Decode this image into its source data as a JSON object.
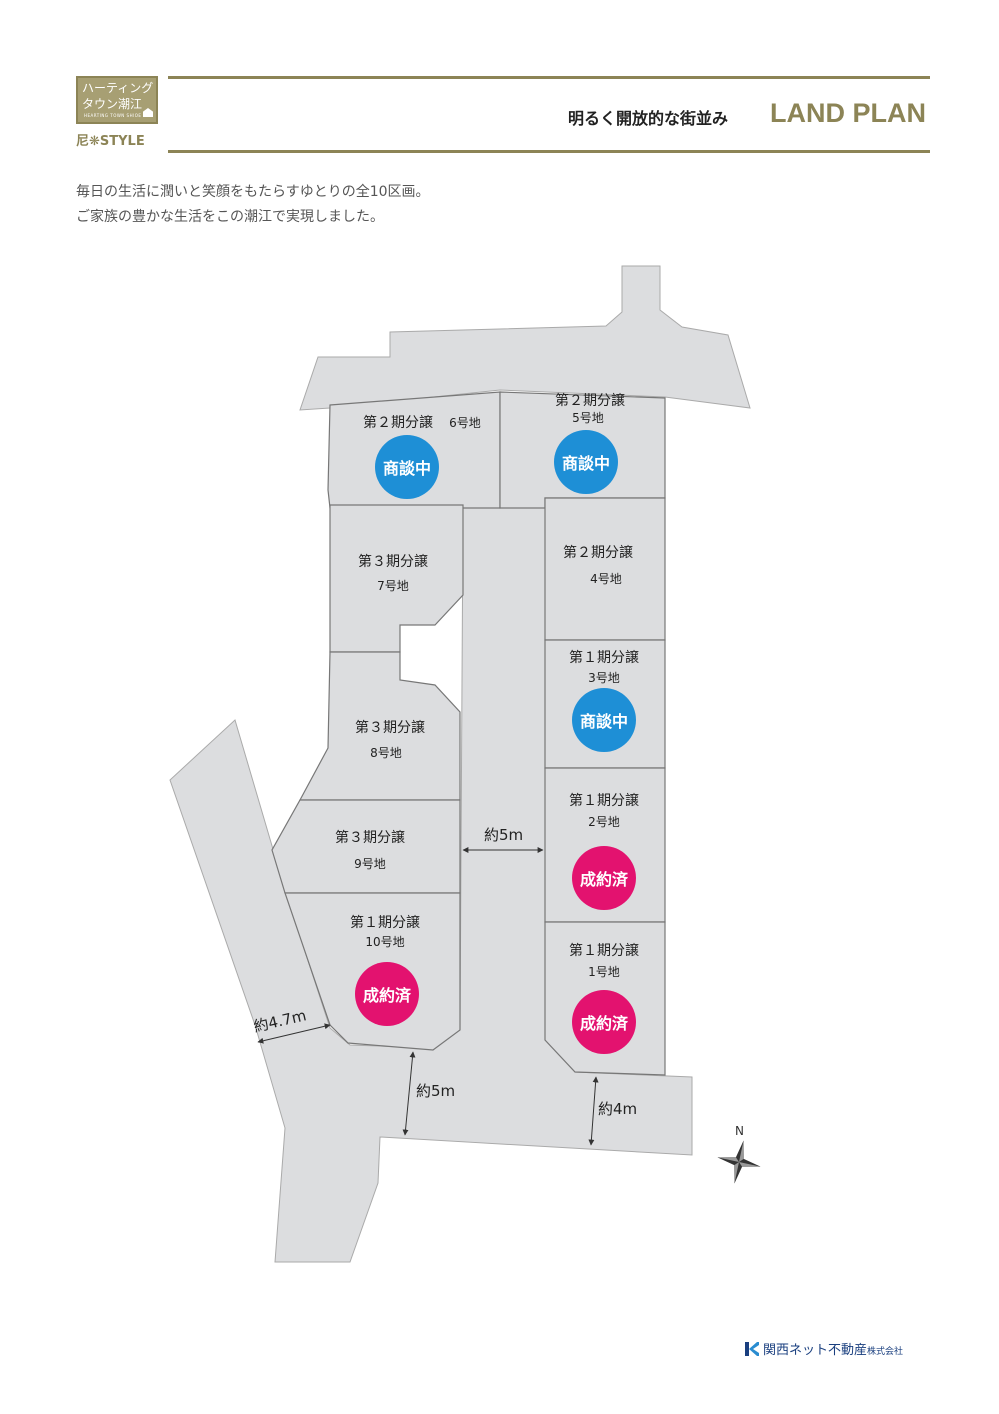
{
  "logo": {
    "line1": "ハーティング",
    "line2": "タウン潮江",
    "sub": "HEARTING TOWN SHIOE",
    "style": "尼❋STYLE"
  },
  "header": {
    "tagline": "明るく開放的な街並み",
    "title": "LAND PLAN",
    "accent_color": "#8c8456"
  },
  "intro": {
    "line1": "毎日の生活に潤いと笑顔をもたらすゆとりの全10区画。",
    "line2": "ご家族の豊かな生活をこの潮江で実現しました。"
  },
  "lots": [
    {
      "phase": "第２期分譲",
      "number": "6号地",
      "status": "商談中"
    },
    {
      "phase": "第２期分譲",
      "number": "5号地",
      "status": "商談中"
    },
    {
      "phase": "第３期分譲",
      "number": "7号地",
      "status": ""
    },
    {
      "phase": "第２期分譲",
      "number": "4号地",
      "status": ""
    },
    {
      "phase": "第１期分譲",
      "number": "3号地",
      "status": "商談中"
    },
    {
      "phase": "第３期分譲",
      "number": "8号地",
      "status": ""
    },
    {
      "phase": "第３期分譲",
      "number": "9号地",
      "status": ""
    },
    {
      "phase": "第１期分譲",
      "number": "2号地",
      "status": "成約済"
    },
    {
      "phase": "第１期分譲",
      "number": "10号地",
      "status": "成約済"
    },
    {
      "phase": "第１期分譲",
      "number": "1号地",
      "status": "成約済"
    }
  ],
  "status_colors": {
    "商談中": "#1e8fd6",
    "成約済": "#e3126f"
  },
  "roads": {
    "center_width": "約5m",
    "left_width": "約4.7m",
    "bottom_width": "約5m",
    "right_width": "約4m"
  },
  "compass": {
    "north": "N"
  },
  "company": {
    "name": "関西ネット不動産",
    "suffix": "株式会社"
  }
}
